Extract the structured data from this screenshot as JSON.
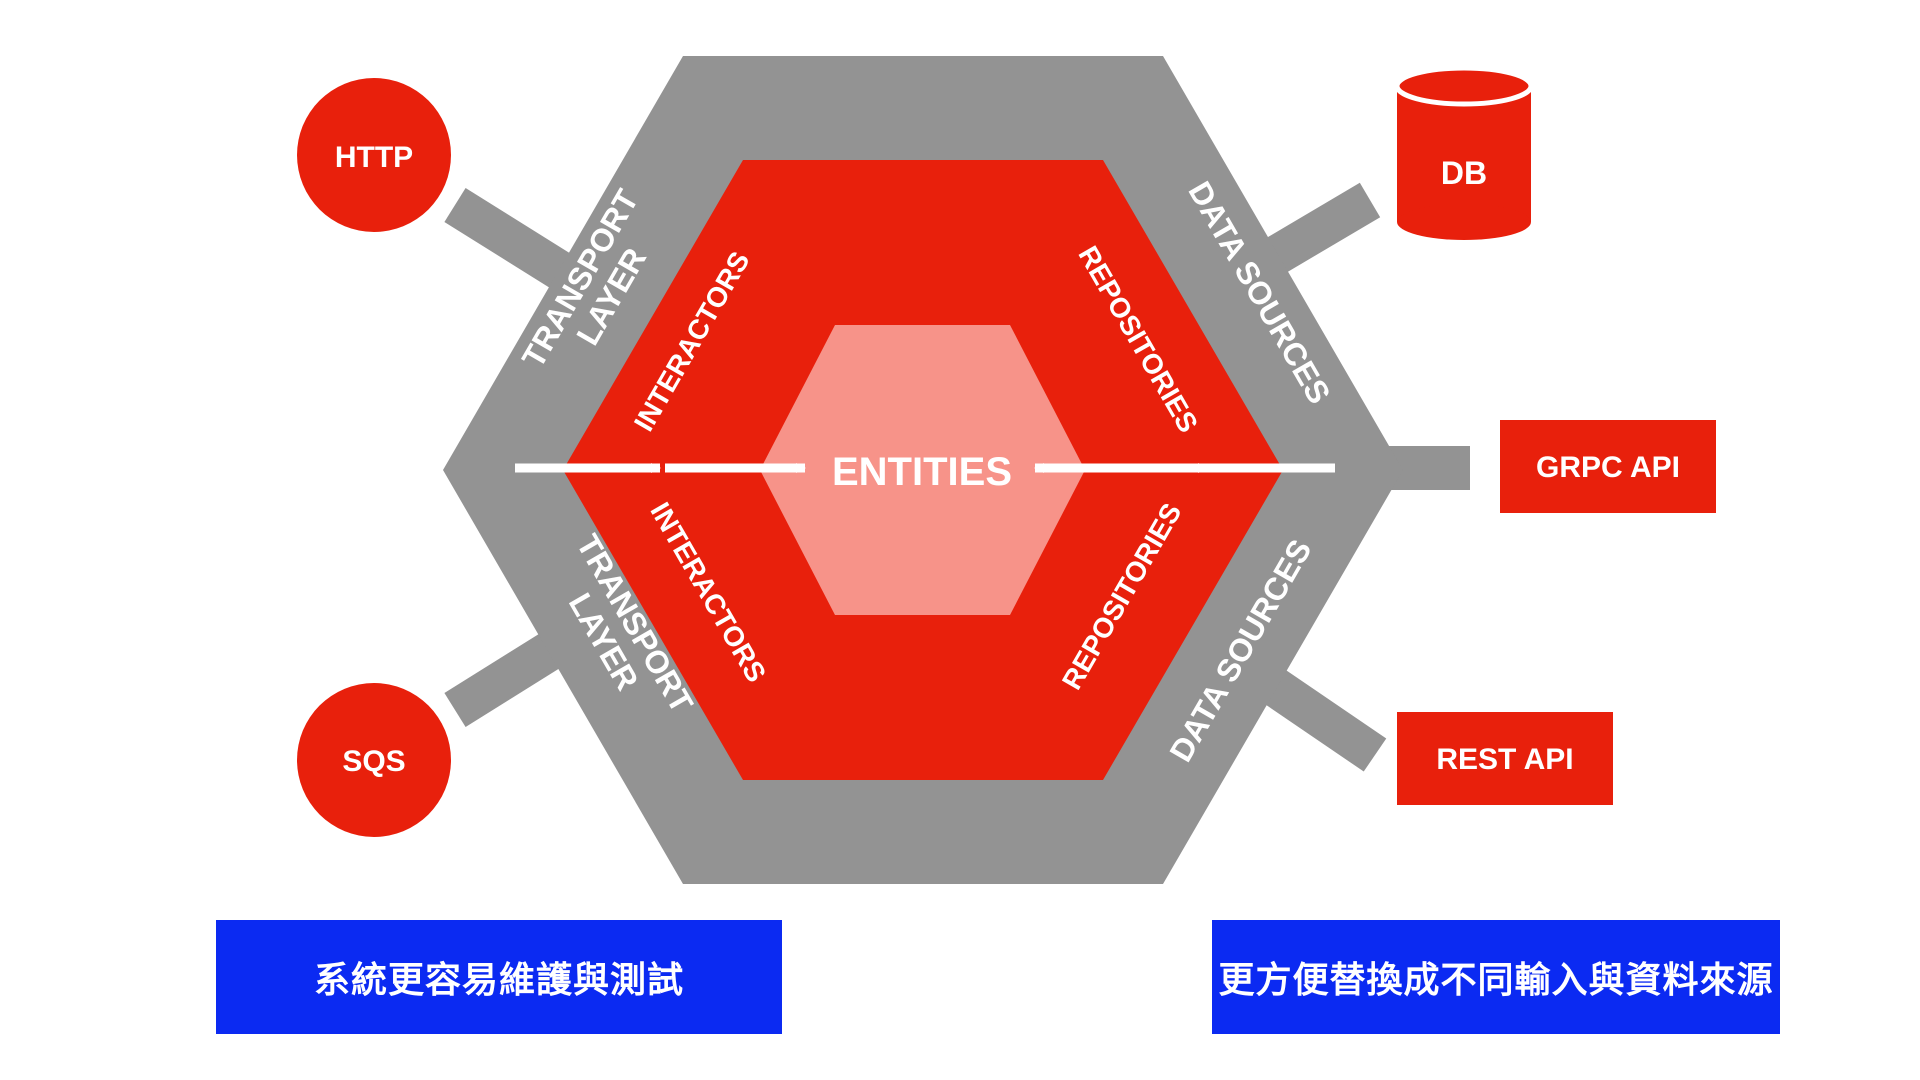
{
  "colors": {
    "background": "#ffffff",
    "outer_layer": "#939393",
    "middle_layer": "#e8200c",
    "core": "#f79389",
    "external": "#e8200c",
    "caption": "#0b2af2",
    "arrow": "#ffffff",
    "text": "#ffffff"
  },
  "diagram": {
    "core_label": "ENTITIES",
    "layers": {
      "transport_top": [
        "TRANSPORT",
        "LAYER"
      ],
      "transport_bottom": [
        "TRANSPORT",
        "LAYER"
      ],
      "data_sources_top": "DATA SOURCES",
      "data_sources_bottom": "DATA SOURCES",
      "interactors_top": "INTERACTORS",
      "interactors_bottom": "INTERACTORS",
      "repositories_top": "REPOSITORIES",
      "repositories_bottom": "REPOSITORIES"
    },
    "externals": {
      "http": "HTTP",
      "sqs": "SQS",
      "db": "DB",
      "grpc": "GRPC API",
      "rest": "REST API"
    }
  },
  "captions": {
    "left": "系統更容易維護與測試",
    "right": "更方便替換成不同輸入與資料來源"
  }
}
